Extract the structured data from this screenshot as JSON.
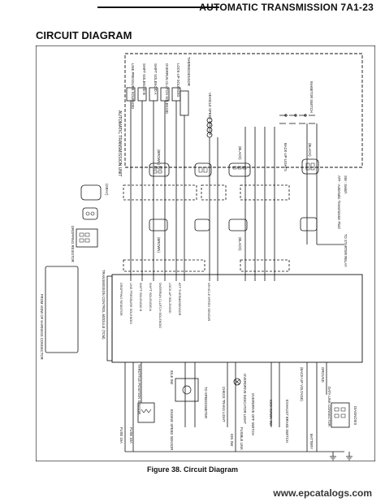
{
  "header": {
    "title": "AUTOMATIC TRANSMISSION 7A1-23"
  },
  "section_title": "CIRCUIT DIAGRAM",
  "caption": "Figure 38. Circuit Diagram",
  "watermark": "www.epcatalogs.com",
  "diagram": {
    "top_labels": {
      "transmission_unit": "AUTOMATIC TRANSMISSION UNIT",
      "line_pressure_solenoid": "LINE PRESSURE SOLENOID",
      "shift_solenoid_b": "SHIFT SOLENOID B",
      "shift_solenoid_a": "SHIFT SOLENOID A",
      "overrun_clutch_solenoid": "OVERRUN CLUTCH SOLENOID",
      "lock_up_solenoid": "LOCK-UP SOLENOID",
      "thermosensor": "THERMOSENSOR",
      "vehicle_speed_sensor": "VEHICLE SPEED SENSOR",
      "inhibitor_switch": "INHIBITOR SWITCH",
      "back_up_lights": "BACK-UP LIGHTS"
    },
    "connector_labels": {
      "brown_1": "(BROWN)",
      "brown_2": "(BROWN)",
      "gray": "(GRAY)",
      "black_1": "(BLACK)",
      "black_2": "(BLACK)",
      "black_3": "(BLACK)",
      "dropping_resistor": "DROPPING RESISTOR"
    },
    "legend": {
      "atf": "ATF : Automatic Transmission Fluid",
      "sw": "SW : Switch"
    },
    "starter_relay": "TO STARTER RELAY",
    "harness_view": "FROM VIEW OF HARNESS CONNECTOR",
    "tcm": "TRANSMISSION CONTROL MODULE (TCM)",
    "tcm_pins": [
      "DROPPING RESISTOR",
      "LINE PRESSURE SOLENOID",
      "SHIFT SOLENOID B",
      "SHIFT SOLENOID A",
      "OVERRUN CLUTCH SOLENOID",
      "LOCK-UP SOLENOID",
      "ATF THERMOSENSOR",
      "VEHICLE SPEED SENSOR"
    ],
    "bottom_labels": {
      "throttle_position_sensor": "THROTTLE POSITION SENSOR",
      "idle_sw": "IDLE SW",
      "engine_speed_sensor": "ENGINE SPEED SENSOR",
      "to_speedometer": "TO SPEEDOMETER",
      "check_trans_light": "CHECK TRANS LIGHT",
      "overdrive_indicator": "OVERDRIVE INDICATOR LIGHT",
      "overdrive_off_switch": "OVERDRIVE OFF SWITCH",
      "kick_down_sw": "KICK DOWN SW",
      "exhaust_brake_sw": "EXHAUST BRAKE SWITCH",
      "back_up_voltage": "(BACK-UP VOLTAGE)",
      "ground": "GROUND",
      "data_link_connector": "DATA LINK CONNECTOR",
      "diagnosis": "DIAGNOSIS",
      "fuse_15a": "FUSE 15A",
      "fuse_10a": "FUSE 10A",
      "fusible_link": "FUSIBLE LINK",
      "ign_sw": "IGN SW",
      "battery": "BATTERY"
    }
  }
}
